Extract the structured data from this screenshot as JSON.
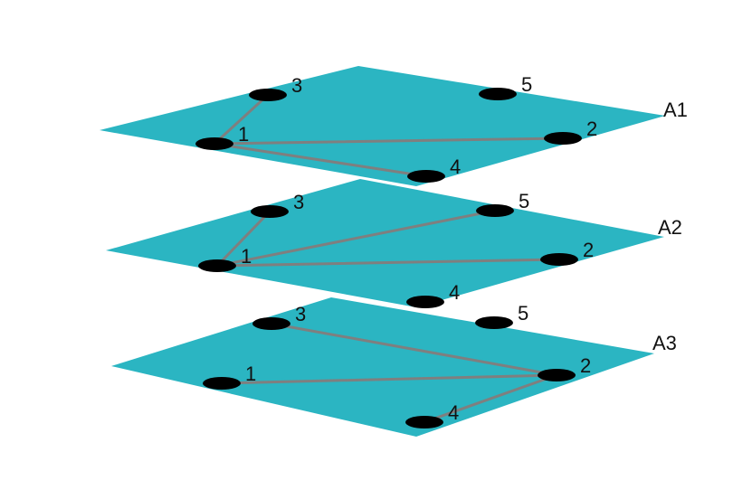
{
  "colors": {
    "plane": "#2bb5c2",
    "edge": "#7f7f7f",
    "node": "#000000"
  },
  "layers": [
    {
      "label": "A1",
      "nodes": [
        {
          "id": "1",
          "label": "1"
        },
        {
          "id": "2",
          "label": "2"
        },
        {
          "id": "3",
          "label": "3"
        },
        {
          "id": "4",
          "label": "4"
        },
        {
          "id": "5",
          "label": "5"
        }
      ],
      "edges": [
        [
          "1",
          "3"
        ],
        [
          "1",
          "2"
        ],
        [
          "1",
          "4"
        ]
      ]
    },
    {
      "label": "A2",
      "nodes": [
        {
          "id": "1",
          "label": "1"
        },
        {
          "id": "2",
          "label": "2"
        },
        {
          "id": "3",
          "label": "3"
        },
        {
          "id": "4",
          "label": "4"
        },
        {
          "id": "5",
          "label": "5"
        }
      ],
      "edges": [
        [
          "1",
          "3"
        ],
        [
          "1",
          "5"
        ],
        [
          "1",
          "2"
        ]
      ]
    },
    {
      "label": "A3",
      "nodes": [
        {
          "id": "1",
          "label": "1"
        },
        {
          "id": "2",
          "label": "2"
        },
        {
          "id": "3",
          "label": "3"
        },
        {
          "id": "4",
          "label": "4"
        },
        {
          "id": "5",
          "label": "5"
        }
      ],
      "edges": [
        [
          "1",
          "2"
        ],
        [
          "3",
          "2"
        ],
        [
          "4",
          "2"
        ]
      ]
    }
  ]
}
